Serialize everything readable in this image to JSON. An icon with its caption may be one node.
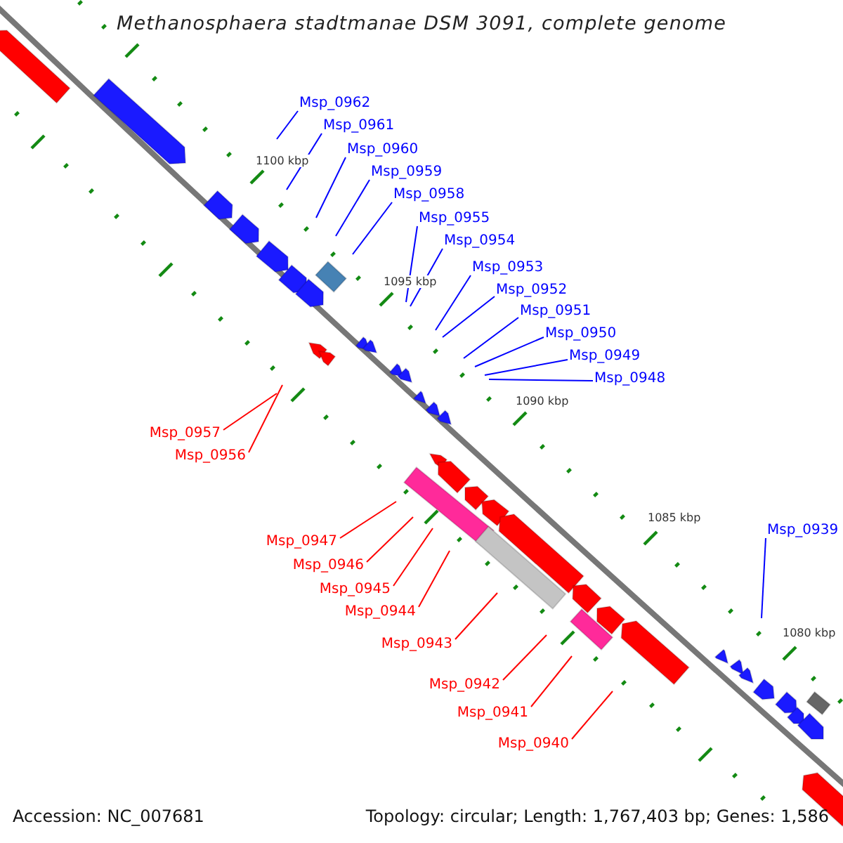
{
  "diagram": {
    "title": "Methanosphaera stadtmanae DSM 3091, complete genome",
    "nodes": [
      {
        "text": [
          "Msp_0962"
        ]
      },
      {
        "text": [
          "Msp_0961"
        ]
      },
      {
        "text": [
          "Msp_0960"
        ]
      },
      {
        "text": [
          "Msp_0959"
        ]
      },
      {
        "text": [
          "Msp_0958"
        ]
      },
      {
        "text": [
          "Msp_0955"
        ]
      },
      {
        "text": [
          "Msp_0954"
        ]
      },
      {
        "text": [
          "Msp_0953"
        ]
      },
      {
        "text": [
          "Msp_0952"
        ]
      },
      {
        "text": [
          "Msp_0951"
        ]
      },
      {
        "text": [
          "Msp_0950"
        ]
      },
      {
        "text": [
          "Msp_0949"
        ]
      },
      {
        "text": [
          "Msp_0948"
        ]
      },
      {
        "text": [
          "Msp_0957"
        ]
      },
      {
        "text": [
          "Msp_0956"
        ]
      },
      {
        "text": [
          "Msp_0947"
        ]
      },
      {
        "text": [
          "Msp_0946"
        ]
      },
      {
        "text": [
          "Msp_0945"
        ]
      },
      {
        "text": [
          "Msp_0944"
        ]
      },
      {
        "text": [
          "Msp_0943"
        ]
      },
      {
        "text": [
          "Msp_0939"
        ]
      },
      {
        "text": [
          "Msp_0942"
        ]
      },
      {
        "text": [
          "Msp_0941"
        ]
      },
      {
        "text": [
          "Msp_0940"
        ]
      }
    ],
    "edges": [
      {
        "from": 0,
        "to": null,
        "arrow": "none"
      },
      {
        "from": 1,
        "to": null,
        "arrow": "none"
      },
      {
        "from": 2,
        "to": null,
        "arrow": "none"
      },
      {
        "from": 3,
        "to": null,
        "arrow": "none"
      },
      {
        "from": 4,
        "to": null,
        "arrow": "none"
      },
      {
        "from": 5,
        "to": null,
        "arrow": "none"
      },
      {
        "from": 6,
        "to": null,
        "arrow": "none"
      },
      {
        "from": 7,
        "to": null,
        "arrow": "none"
      },
      {
        "from": 8,
        "to": null,
        "arrow": "none"
      },
      {
        "from": 9,
        "to": null,
        "arrow": "none"
      },
      {
        "from": 10,
        "to": null,
        "arrow": "none"
      },
      {
        "from": 11,
        "to": null,
        "arrow": "none"
      },
      {
        "from": 12,
        "to": null,
        "arrow": "none"
      },
      {
        "from": 13,
        "to": null,
        "arrow": "none",
        "color": "#ff0000"
      },
      {
        "from": 14,
        "to": null,
        "arrow": "none",
        "color": "#ff0000"
      },
      {
        "from": 15,
        "to": null,
        "arrow": "none",
        "color": "#ff0000"
      },
      {
        "from": 16,
        "to": null,
        "arrow": "none",
        "color": "#ff0000"
      },
      {
        "from": 17,
        "to": null,
        "arrow": "none",
        "color": "#ff0000"
      },
      {
        "from": 18,
        "to": null,
        "arrow": "none",
        "color": "#ff0000"
      },
      {
        "from": 19,
        "to": null,
        "arrow": "none",
        "color": "#ff0000"
      },
      {
        "from": 20,
        "to": null,
        "arrow": "none"
      },
      {
        "from": 21,
        "to": null,
        "arrow": "none",
        "color": "#ff0000"
      },
      {
        "from": 22,
        "to": null,
        "arrow": "none",
        "color": "#ff0000"
      },
      {
        "from": 23,
        "to": null,
        "arrow": "none",
        "color": "#ff0000"
      }
    ],
    "labels": [
      "1100 kbp",
      "1095 kbp",
      "1090 kbp",
      "1085 kbp",
      "1080 kbp",
      "Accession: NC_007681",
      "Topology: circular; Length: 1,767,403 bp; Genes: 1,586"
    ]
  }
}
